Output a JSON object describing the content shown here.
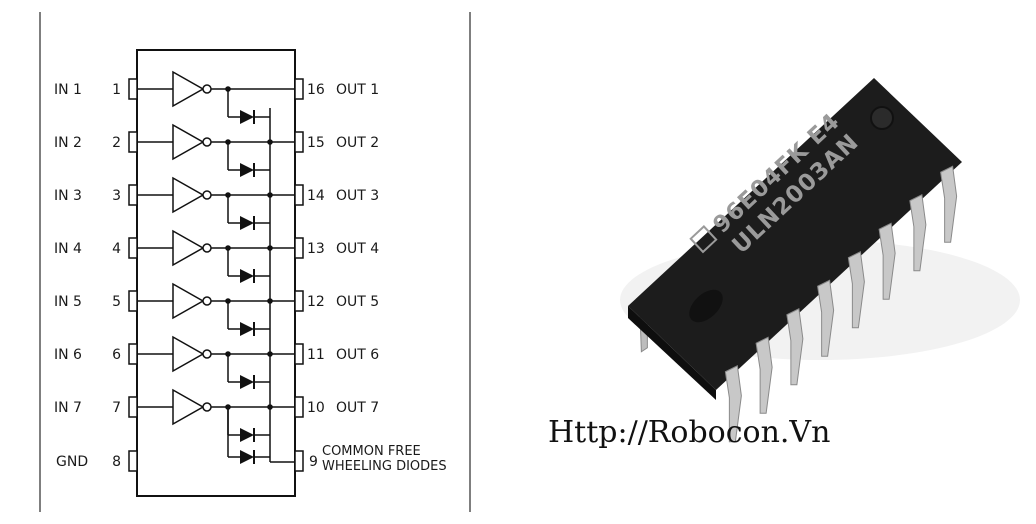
{
  "schematic": {
    "inputs": [
      {
        "label": "IN 1",
        "pin": "1"
      },
      {
        "label": "IN 2",
        "pin": "2"
      },
      {
        "label": "IN 3",
        "pin": "3"
      },
      {
        "label": "IN 4",
        "pin": "4"
      },
      {
        "label": "IN 5",
        "pin": "5"
      },
      {
        "label": "IN 6",
        "pin": "6"
      },
      {
        "label": "IN 7",
        "pin": "7"
      }
    ],
    "outputs": [
      {
        "label": "OUT 1",
        "pin": "16"
      },
      {
        "label": "OUT 2",
        "pin": "15"
      },
      {
        "label": "OUT 3",
        "pin": "14"
      },
      {
        "label": "OUT 4",
        "pin": "13"
      },
      {
        "label": "OUT 5",
        "pin": "12"
      },
      {
        "label": "OUT 6",
        "pin": "11"
      },
      {
        "label": "OUT 7",
        "pin": "10"
      }
    ],
    "gnd": {
      "label": "GND",
      "pin": "8"
    },
    "common": {
      "pin": "9",
      "line1": "COMMON FREE",
      "line2": "WHEELING DIODES"
    }
  },
  "chip": {
    "marking_line1": "96E04FK E4",
    "marking_line2": "ULN2003AN",
    "pin_count": 16,
    "body_color": "#1c1c1c",
    "lead_color": "#c8c8c8"
  },
  "watermark": "Http://Robocon.Vn"
}
